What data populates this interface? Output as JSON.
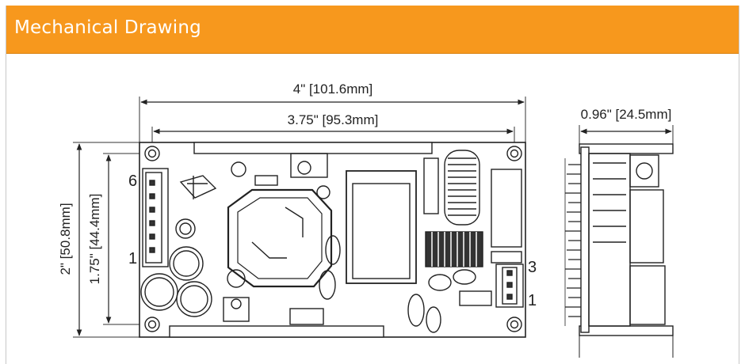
{
  "header": {
    "title": "Mechanical Drawing",
    "bg_color": "#f7981d"
  },
  "dimensions": {
    "overall_length": "4\" [101.6mm]",
    "hole_spacing_length": "3.75\" [95.3mm]",
    "overall_width": "2\" [50.8mm]",
    "hole_spacing_width": "1.75\" [44.4mm]",
    "height": "0.96\" [24.5mm]"
  },
  "pin_labels": {
    "left_connector_top": "6",
    "left_connector_bottom": "1",
    "right_connector_top": "3",
    "right_connector_bottom": "1"
  }
}
